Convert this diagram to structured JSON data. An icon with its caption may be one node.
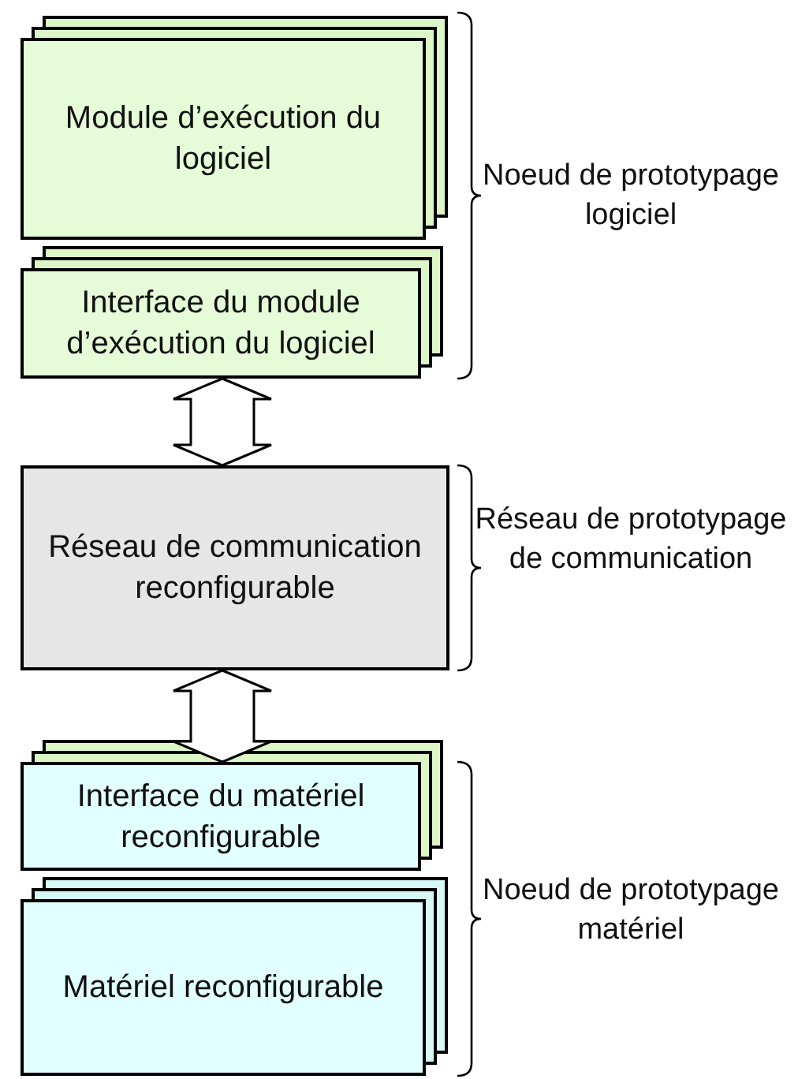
{
  "diagram": {
    "nodes": [
      {
        "text": [
          "Module d’exécution du logiciel"
        ]
      },
      {
        "text": [
          "Interface du module d’exécution du logiciel"
        ]
      },
      {
        "text": [
          "Réseau de communication reconfigurable"
        ]
      },
      {
        "text": [
          "Interface du matériel reconfigurable"
        ]
      },
      {
        "text": [
          "Matériel reconfigurable"
        ]
      }
    ],
    "edges": [
      {
        "from": 1,
        "to": 2,
        "arrow": "both"
      },
      {
        "from": 2,
        "to": 3,
        "arrow": "both"
      }
    ],
    "labels": [
      "Noeud de prototypage logiciel",
      "Réseau de prototypage de communication",
      "Noeud de prototypage matériel"
    ]
  }
}
